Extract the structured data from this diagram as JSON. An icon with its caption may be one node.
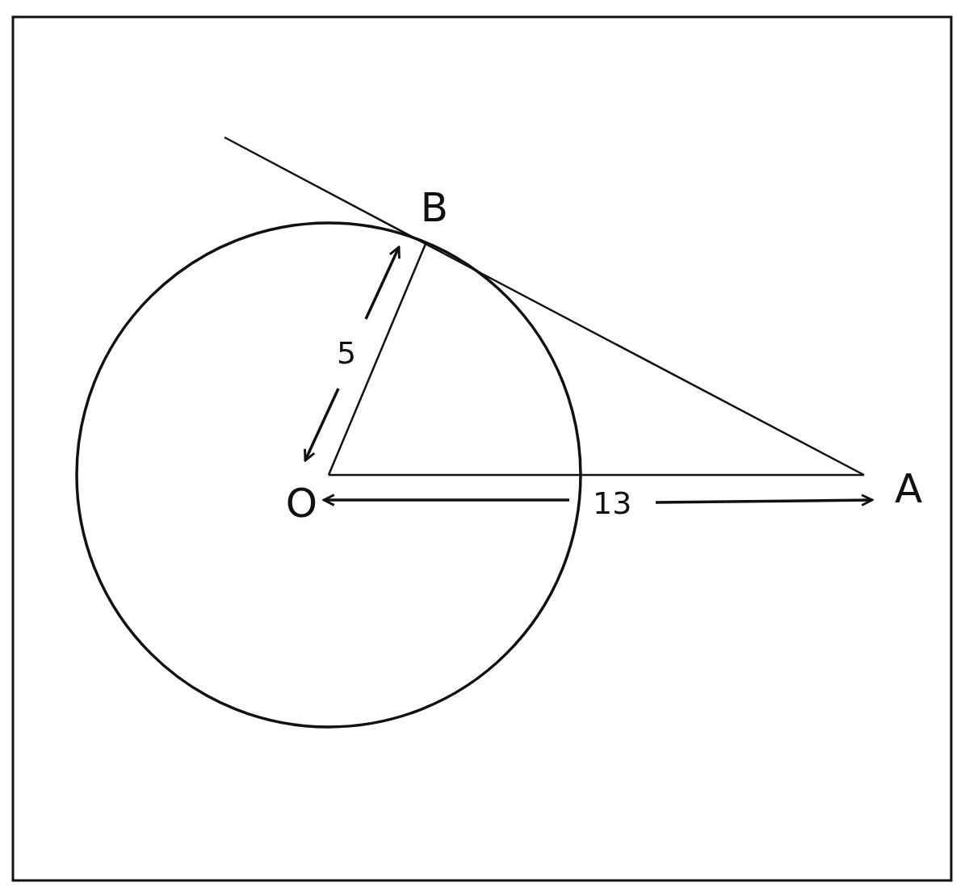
{
  "diagram": {
    "nodes": [
      {
        "text": [
          "B"
        ]
      },
      {
        "text": [
          "O"
        ]
      },
      {
        "text": [
          "A"
        ]
      }
    ],
    "edges": [
      {
        "from": 1,
        "to": 0,
        "arrow": "none"
      },
      {
        "from": 0,
        "to": 2,
        "arrow": "none"
      },
      {
        "from": 1,
        "to": 2,
        "arrow": "none"
      },
      {
        "from": null,
        "to": 0,
        "arrow": "none"
      }
    ],
    "labels": [
      "5",
      "13"
    ]
  }
}
